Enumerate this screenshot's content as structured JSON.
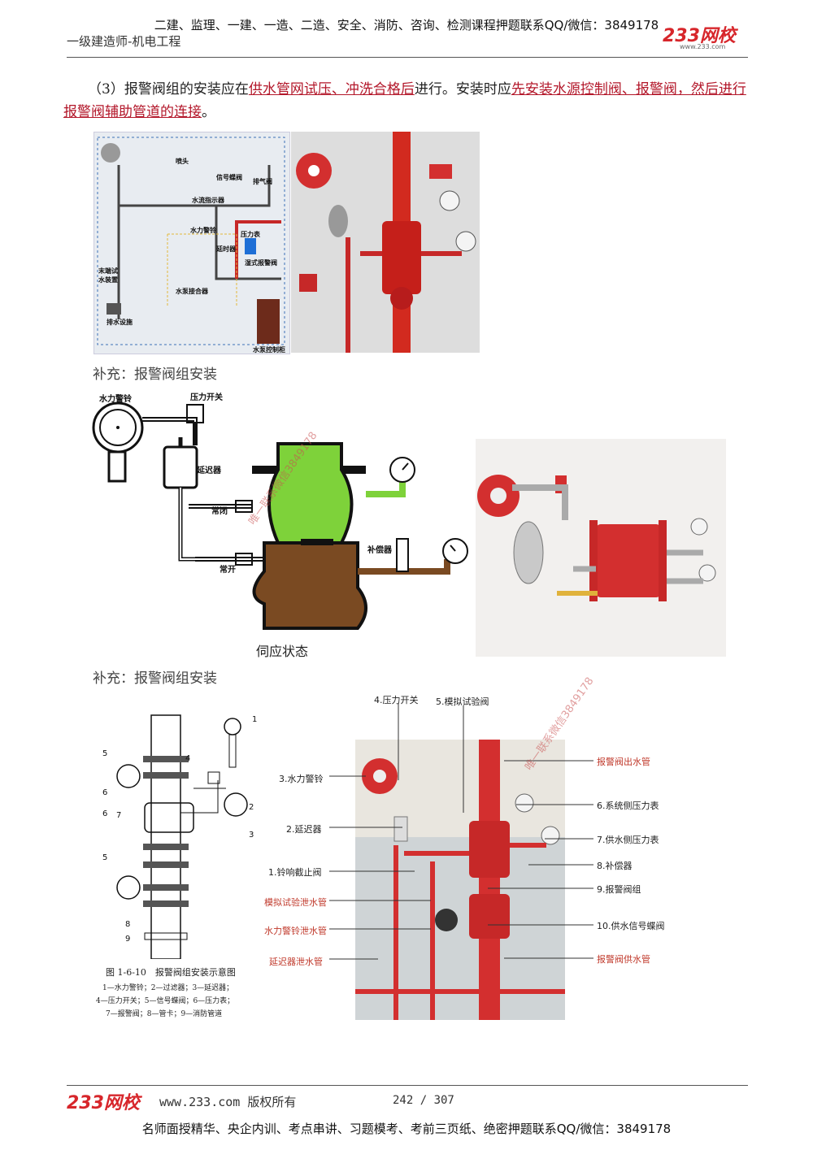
{
  "header": {
    "line1": "二建、监理、一建、一造、二造、安全、消防、咨询、检测课程押题联系QQ/微信：3849178",
    "line2": "一级建造师-机电工程",
    "logo": "233网校",
    "logo_url": "www.233.com"
  },
  "content": {
    "para_prefix": "（3）报警阀组的安装应在",
    "para_hl1": "供水管网试压、冲洗合格后",
    "para_mid": "进行。安装时应",
    "para_hl2": "先安装水源控制阀、报警阀，然后进行报警阀辅助管道的连接",
    "para_end": "。",
    "supplement1": "补充：报警阀组安装",
    "supplement2": "补充：报警阀组安装"
  },
  "figure1": {
    "labels": [
      "喷头",
      "信号蝶阀",
      "排气阀",
      "水流指示器",
      "湿式报警阀",
      "压力表",
      "水力警铃",
      "延时器",
      "末端试水装置",
      "水泵接合器",
      "排水设施",
      "水泵控制柜"
    ]
  },
  "figure2": {
    "label_bell": "水力警铃",
    "label_switch": "压力开关",
    "label_delay": "延迟器",
    "label_normal_closed": "常闭",
    "label_normal_open": "常开",
    "label_compensator": "补偿器",
    "state": "伺应状态",
    "watermark": "唯一联系微信3849178"
  },
  "figure3": {
    "caption": "图 1-6-10　报警阀组安装示意图",
    "legend1": "1—水力警铃；2—过滤器；3—延迟器；",
    "legend2": "4—压力开关；5—信号蝶阀；6—压力表；",
    "legend3": "7—报警阀；8—管卡；9—消防管道",
    "numbers": [
      "1",
      "2",
      "3",
      "4",
      "5",
      "6",
      "6",
      "7",
      "5",
      "8",
      "9"
    ]
  },
  "figure4": {
    "top_labels": [
      "4.压力开关",
      "5.模拟试验阀"
    ],
    "left_labels": [
      "3.水力警铃",
      "2.延迟器",
      "1.铃响截止阀"
    ],
    "left_red_labels": [
      "模拟试验泄水管",
      "水力警铃泄水管",
      "延迟器泄水管"
    ],
    "right_labels": [
      "6.系统侧压力表",
      "7.供水侧压力表",
      "8.补偿器",
      "9.报警阀组",
      "10.供水信号蝶阀"
    ],
    "right_red_labels": [
      "报警阀出水管",
      "报警阀供水管"
    ],
    "watermark": "唯一联系微信3849178"
  },
  "footer": {
    "logo": "233网校",
    "copyright": "www.233.com 版权所有",
    "page": "242 / 307",
    "bottom": "名师面授精华、央企内训、考点串讲、习题模考、考前三页纸、绝密押题联系QQ/微信：3849178"
  },
  "colors": {
    "accent_red": "#d7262b",
    "highlight": "#b3172a",
    "green": "#7ed23a",
    "brown": "#7a4a22"
  }
}
